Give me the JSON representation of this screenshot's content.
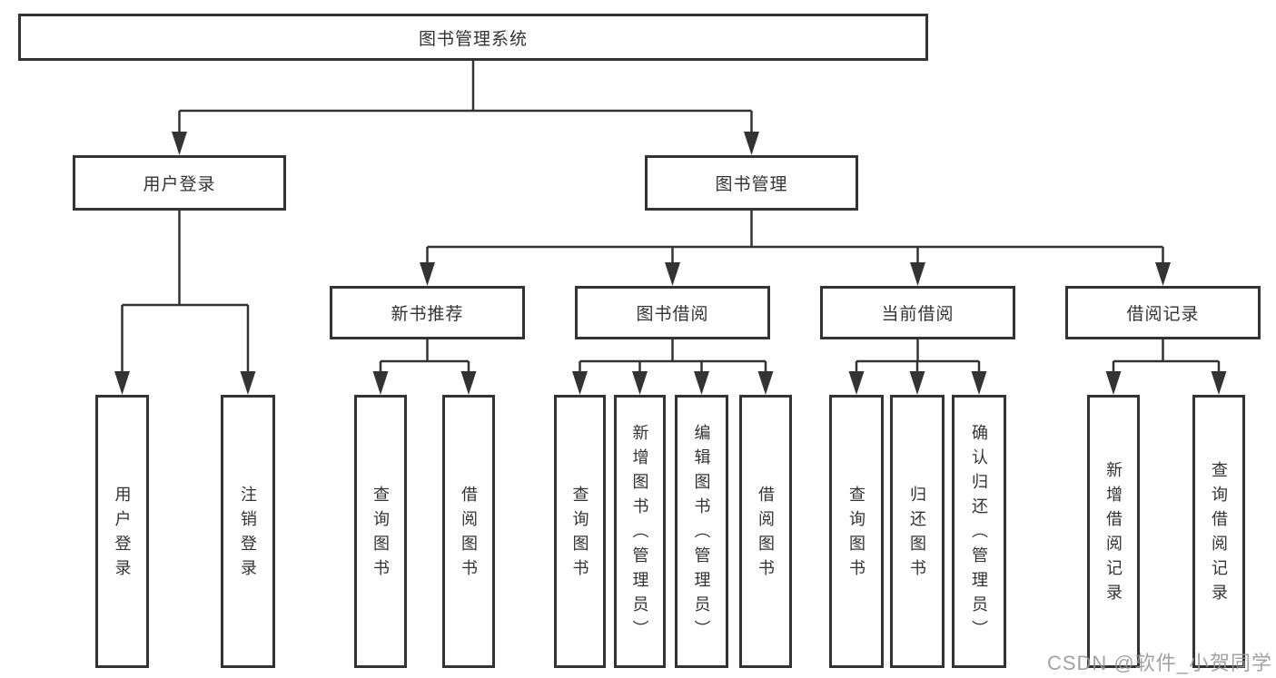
{
  "diagram": {
    "root": {
      "label": "图书管理系统"
    },
    "branches": [
      {
        "label": "用户登录",
        "children": [
          {
            "label": "用户登录"
          },
          {
            "label": "注销登录"
          }
        ]
      },
      {
        "label": "图书管理",
        "children": [
          {
            "label": "新书推荐",
            "children": [
              {
                "label": "查询图书"
              },
              {
                "label": "借阅图书"
              }
            ]
          },
          {
            "label": "图书借阅",
            "children": [
              {
                "label": "查询图书"
              },
              {
                "label": "新增图书（管理员）"
              },
              {
                "label": "编辑图书（管理员）"
              },
              {
                "label": "借阅图书"
              }
            ]
          },
          {
            "label": "当前借阅",
            "children": [
              {
                "label": "查询图书"
              },
              {
                "label": "归还图书"
              },
              {
                "label": "确认归还（管理员）"
              }
            ]
          },
          {
            "label": "借阅记录",
            "children": [
              {
                "label": "新增借阅记录"
              },
              {
                "label": "查询借阅记录"
              }
            ]
          }
        ]
      }
    ]
  },
  "watermark": {
    "text": "CSDN @软件_小贺同学"
  },
  "colors": {
    "line": "#333333",
    "box_border": "#333333",
    "text": "#333333",
    "background": "#ffffff",
    "watermark": "#94949b"
  }
}
